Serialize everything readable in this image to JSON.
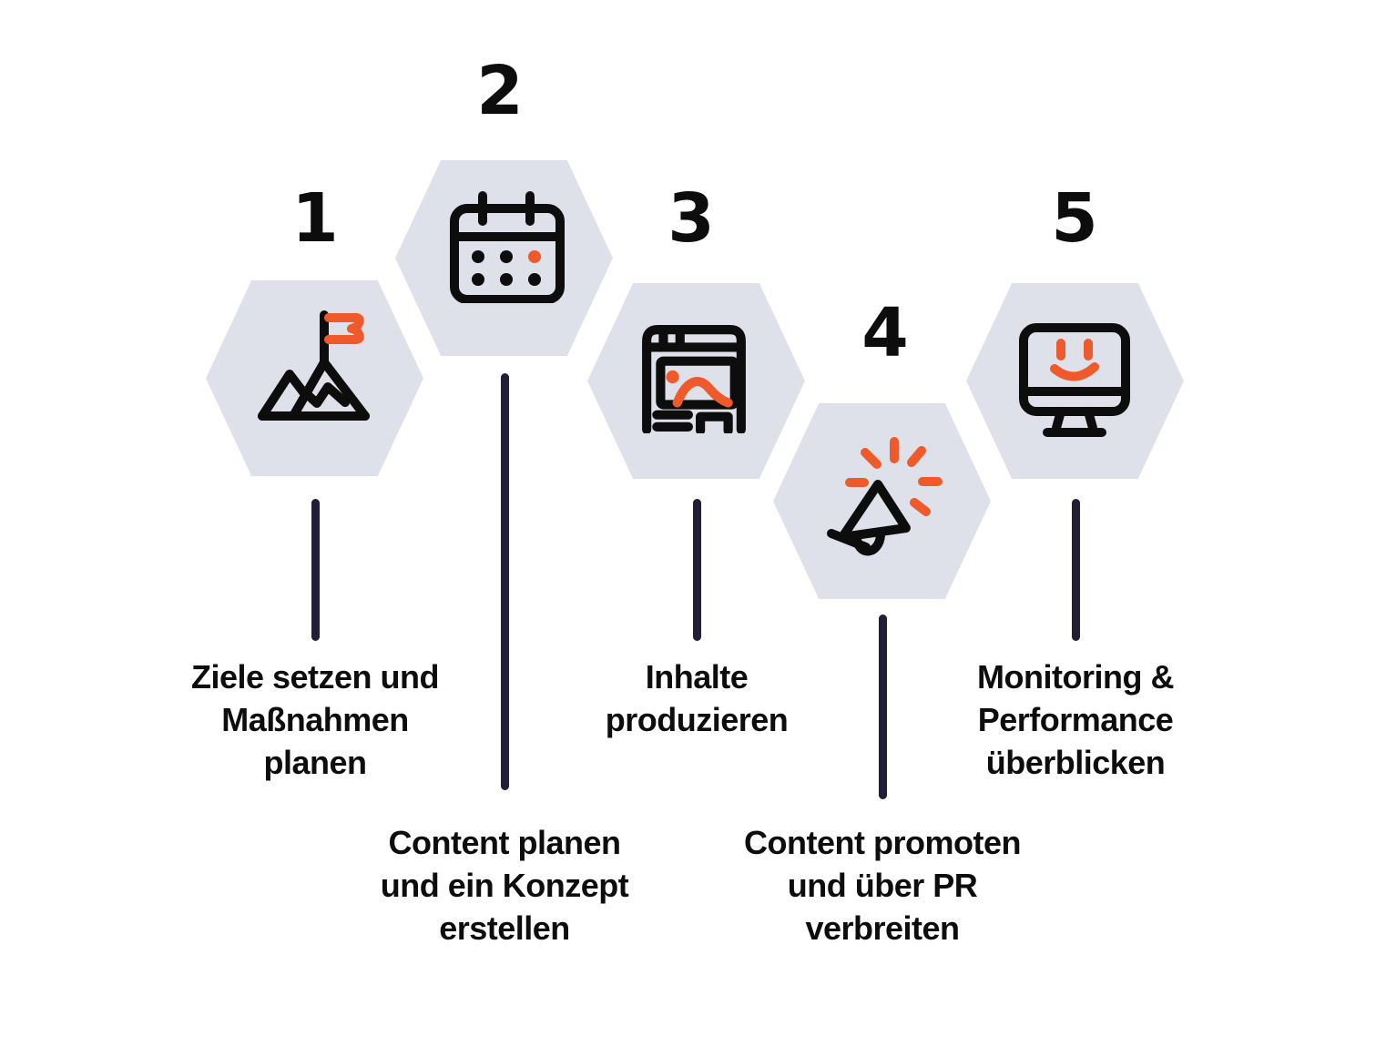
{
  "steps": [
    {
      "number": "1",
      "icon": "mountain-flag-icon",
      "lines": [
        "Ziele setzen und",
        "Maßnahmen",
        "planen"
      ]
    },
    {
      "number": "2",
      "icon": "calendar-icon",
      "lines": [
        "Content planen",
        "und ein Konzept",
        "erstellen"
      ]
    },
    {
      "number": "3",
      "icon": "webpage-content-icon",
      "lines": [
        "Inhalte",
        "produzieren",
        ""
      ]
    },
    {
      "number": "4",
      "icon": "megaphone-icon",
      "lines": [
        "Content promoten",
        "und über PR",
        "verbreiten"
      ]
    },
    {
      "number": "5",
      "icon": "monitor-smiley-icon",
      "lines": [
        "Monitoring &",
        "Performance",
        "überblicken"
      ]
    }
  ],
  "colors": {
    "hexagon_fill": "#dee1ea",
    "accent_orange": "#ee5a2b",
    "connector_navy": "#221e38",
    "text_black": "#0d0d0d",
    "background": "#ffffff"
  }
}
